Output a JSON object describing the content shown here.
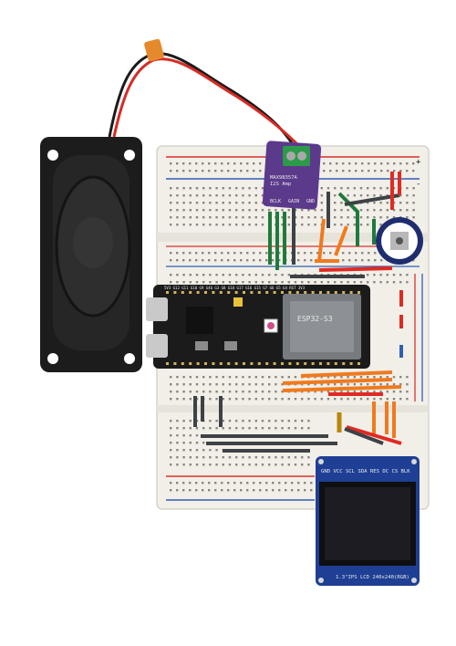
{
  "amp_board": {
    "part_label": "MAX98357A",
    "spec_label": "I2S Amp",
    "pins": [
      "BCLK",
      "GAIN",
      "GND"
    ]
  },
  "mcu_board": {
    "module_label": "ESP32-S3",
    "pin_row_label": "5V3 G12 G11 G10 G9 G46 G3 G8 G18 G17 G16 G15 G7 G6 G5 G4 RST 3V3"
  },
  "display": {
    "pin_header_label": "GND VCC SCL SDA RES DC CS BLK",
    "caption": "1.3\"IPS LCD 240x240(RGB)"
  },
  "colors": {
    "breadboard": "#f1efe8",
    "rail_red": "#d9322b",
    "rail_blue": "#2f5fb3",
    "mcu_pcb": "#1b1b1b",
    "amp_pcb": "#5b3a8c",
    "lcd_pcb": "#1e3f94",
    "wire_orange": "#f07a1e",
    "wire_green": "#1f7a3c",
    "wire_red": "#e02a22",
    "wire_grey": "#3d4246"
  }
}
